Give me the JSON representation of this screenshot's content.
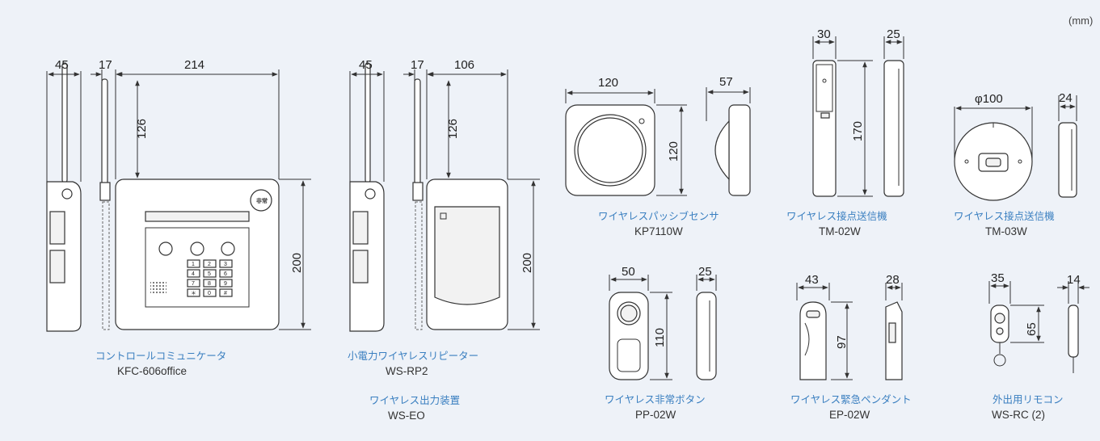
{
  "unit_label": "(mm)",
  "products": [
    {
      "name_jp": "コントロールコミュニケータ",
      "model": "KFC-606office"
    },
    {
      "name_jp": "小電力ワイヤレスリピーター",
      "model": "WS-RP2"
    },
    {
      "name_jp": "ワイヤレス出力装置",
      "model": "WS-EO"
    },
    {
      "name_jp": "ワイヤレスパッシブセンサ",
      "model": "KP7110W"
    },
    {
      "name_jp": "ワイヤレス接点送信機",
      "model": "TM-02W"
    },
    {
      "name_jp": "ワイヤレス接点送信機",
      "model": "TM-03W"
    },
    {
      "name_jp": "ワイヤレス非常ボタン",
      "model": "PP-02W"
    },
    {
      "name_jp": "ワイヤレス緊急ペンダント",
      "model": "EP-02W"
    },
    {
      "name_jp": "外出用リモコン",
      "model": "WS-RC (2)"
    }
  ],
  "dims": {
    "kfc_depth": "45",
    "kfc_ant": "17",
    "kfc_width": "214",
    "kfc_ant_h": "126",
    "kfc_height": "200",
    "rp_depth": "45",
    "rp_ant": "17",
    "rp_width": "106",
    "rp_ant_h": "126",
    "rp_height": "200",
    "kp_width": "120",
    "kp_height": "120",
    "kp_depth": "57",
    "tm02_width": "30",
    "tm02_height": "170",
    "tm02_depth": "25",
    "tm03_dia": "φ100",
    "tm03_depth": "24",
    "pp_width": "50",
    "pp_height": "110",
    "pp_depth": "25",
    "ep_width": "43",
    "ep_height": "97",
    "ep_depth": "28",
    "rc_width": "35",
    "rc_height": "65",
    "rc_depth": "14"
  },
  "panel": {
    "emergency_label": "非常",
    "keys": [
      "1",
      "2",
      "3",
      "4",
      "5",
      "6",
      "7",
      "8",
      "9",
      "＊",
      "0",
      "#"
    ]
  }
}
